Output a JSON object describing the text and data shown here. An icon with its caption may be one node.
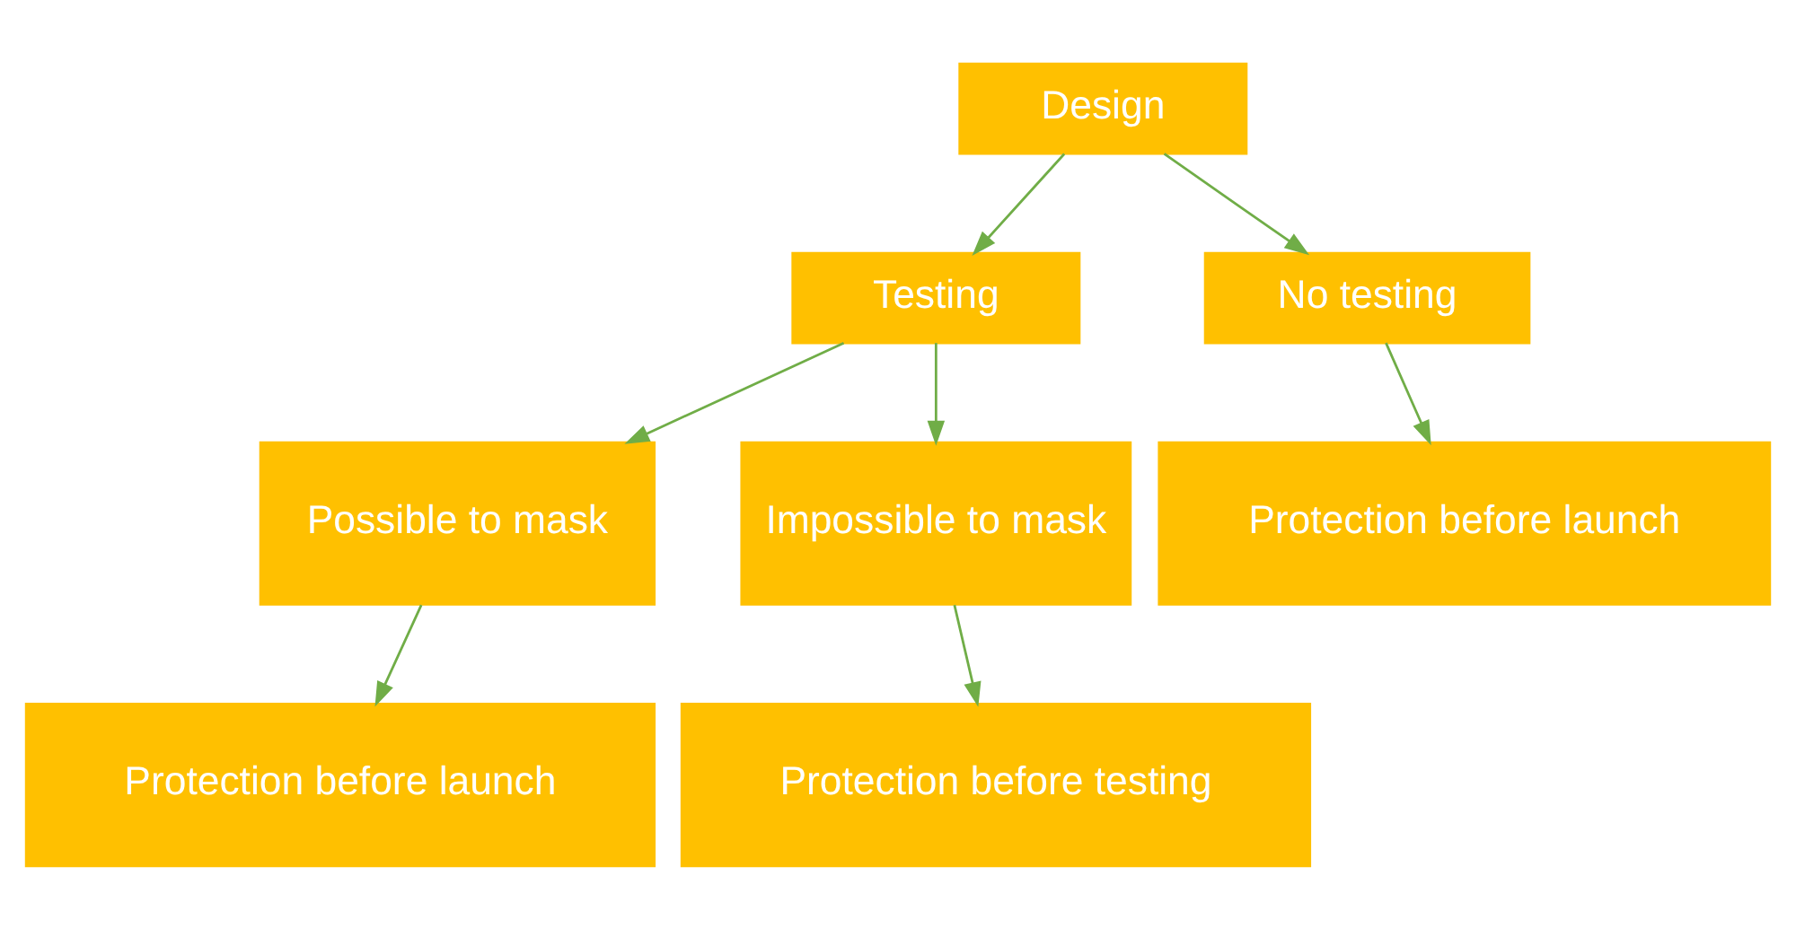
{
  "diagram": {
    "nodes": [
      {
        "text": [
          "Design"
        ]
      },
      {
        "text": [
          "Testing"
        ]
      },
      {
        "text": [
          "No testing"
        ]
      },
      {
        "text": [
          "Possible to mask"
        ]
      },
      {
        "text": [
          "Impossible to mask"
        ]
      },
      {
        "text": [
          "Protection before launch"
        ]
      },
      {
        "text": [
          "Protection before launch"
        ]
      },
      {
        "text": [
          "Protection before testing"
        ]
      }
    ],
    "edges": [
      {
        "from": 0,
        "to": 1,
        "arrow": "to"
      },
      {
        "from": 0,
        "to": 2,
        "arrow": "to"
      },
      {
        "from": 1,
        "to": 3,
        "arrow": "to"
      },
      {
        "from": 1,
        "to": 4,
        "arrow": "to"
      },
      {
        "from": 2,
        "to": 5,
        "arrow": "to"
      },
      {
        "from": 3,
        "to": 6,
        "arrow": "to"
      },
      {
        "from": 4,
        "to": 7,
        "arrow": "to"
      }
    ]
  }
}
